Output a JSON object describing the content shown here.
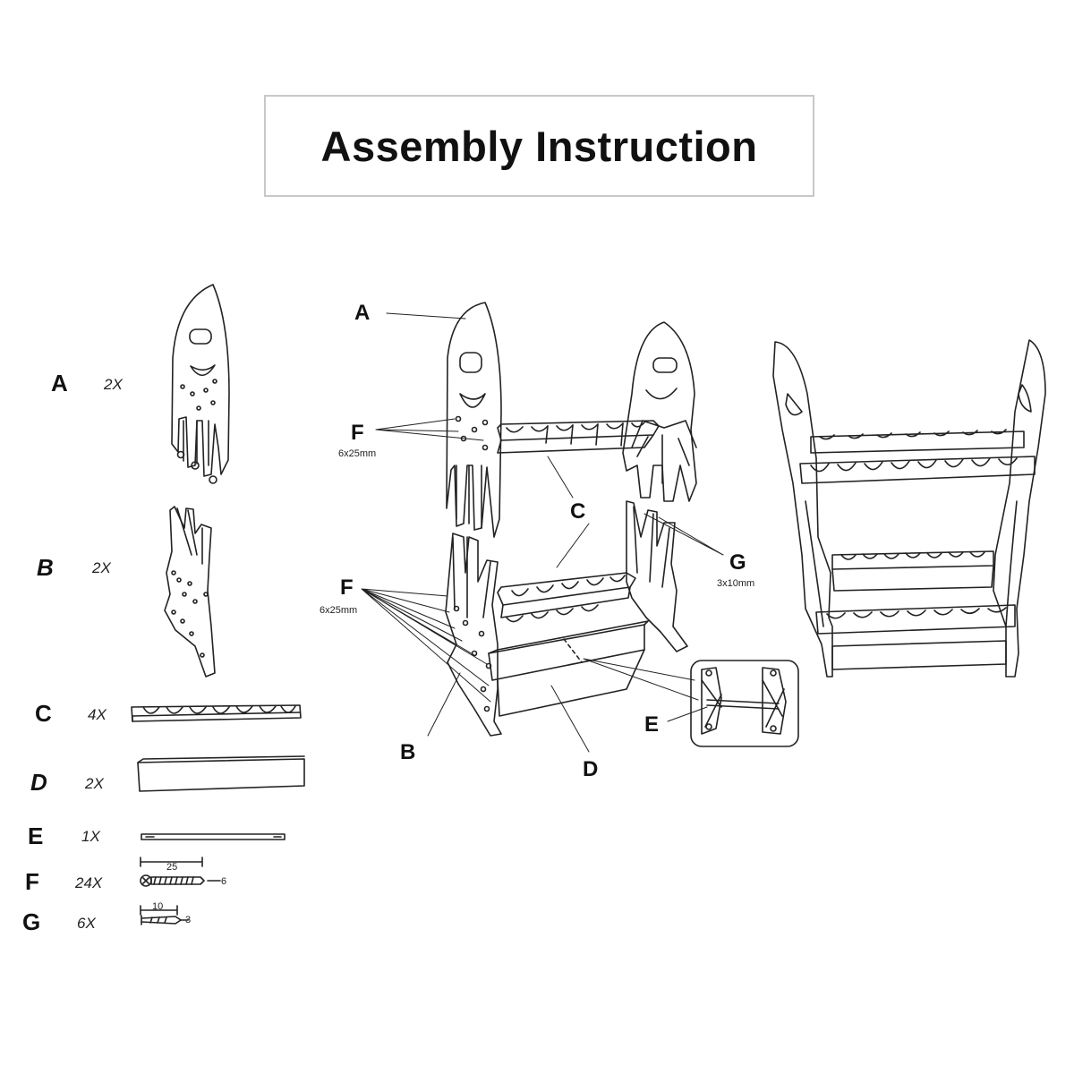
{
  "title": "Assembly Instruction",
  "parts": [
    {
      "letter": "A",
      "qty": "2X"
    },
    {
      "letter": "B",
      "qty": "2X"
    },
    {
      "letter": "C",
      "qty": "4X"
    },
    {
      "letter": "D",
      "qty": "2X"
    },
    {
      "letter": "E",
      "qty": "1X"
    },
    {
      "letter": "F",
      "qty": "24X"
    },
    {
      "letter": "G",
      "qty": "6X"
    }
  ],
  "screw_f": {
    "length": "25",
    "diameter": "6"
  },
  "screw_g": {
    "length": "10",
    "diameter": "3"
  },
  "callouts": {
    "a": "A",
    "f_top": "F",
    "f_top_size": "6x25mm",
    "c_top": "C",
    "c_mid": "C",
    "g": "G",
    "g_size": "3x10mm",
    "f_low": "F",
    "f_low_size": "6x25mm",
    "b": "B",
    "d": "D",
    "e": "E"
  },
  "colors": {
    "line": "#222222",
    "title_border": "#c8c8c8"
  }
}
